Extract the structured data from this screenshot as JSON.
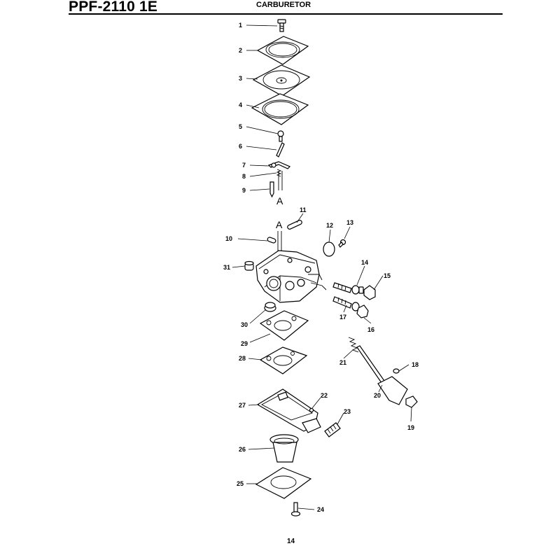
{
  "header": {
    "title": "PPF-2110 1E",
    "section": "CARBURETOR"
  },
  "page_number": "14",
  "reference_marks": [
    "A",
    "A"
  ],
  "callouts": [
    {
      "id": "1"
    },
    {
      "id": "2"
    },
    {
      "id": "3"
    },
    {
      "id": "4"
    },
    {
      "id": "5"
    },
    {
      "id": "6"
    },
    {
      "id": "7"
    },
    {
      "id": "8"
    },
    {
      "id": "9"
    },
    {
      "id": "10"
    },
    {
      "id": "11"
    },
    {
      "id": "12"
    },
    {
      "id": "13"
    },
    {
      "id": "14"
    },
    {
      "id": "15"
    },
    {
      "id": "16"
    },
    {
      "id": "17"
    },
    {
      "id": "18"
    },
    {
      "id": "19"
    },
    {
      "id": "20"
    },
    {
      "id": "21"
    },
    {
      "id": "22"
    },
    {
      "id": "23"
    },
    {
      "id": "24"
    },
    {
      "id": "25"
    },
    {
      "id": "26"
    },
    {
      "id": "27"
    },
    {
      "id": "28"
    },
    {
      "id": "29"
    },
    {
      "id": "30"
    },
    {
      "id": "31"
    }
  ]
}
